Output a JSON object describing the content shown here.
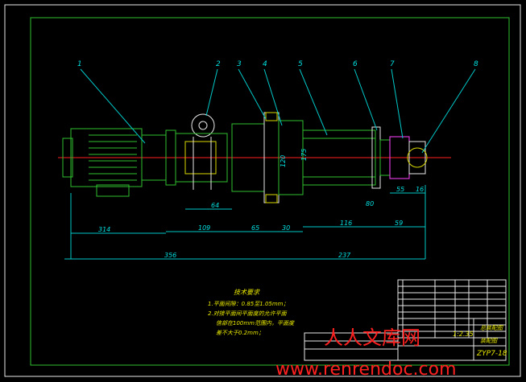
{
  "drawing": {
    "part_labels": [
      "1",
      "2",
      "3",
      "4",
      "5",
      "6",
      "7",
      "8"
    ],
    "dimensions": {
      "d64": "64",
      "d109": "109",
      "d65": "65",
      "d30": "30",
      "d116": "116",
      "d59": "59",
      "d314": "314",
      "d356": "356",
      "d237": "237",
      "d55": "55",
      "d16": "16",
      "d80": "80",
      "d120": "120",
      "d175": "175"
    },
    "notes": {
      "title": "技术要求",
      "line1": "1.平面间隙：0.85至1.05mm；",
      "line2": "2.对接平面间平面度的允许平面",
      "line3": "信部在100mm范围内，平面度",
      "line4": "差不大于0.2mm；"
    },
    "title_block": {
      "drawing_no": "ZYP7-18",
      "scale": "1:2.35",
      "name1": "总装配图",
      "name2": "装配图"
    },
    "watermark": {
      "text_cn": "人人文库网",
      "url": "www.renrendoc.com"
    }
  }
}
